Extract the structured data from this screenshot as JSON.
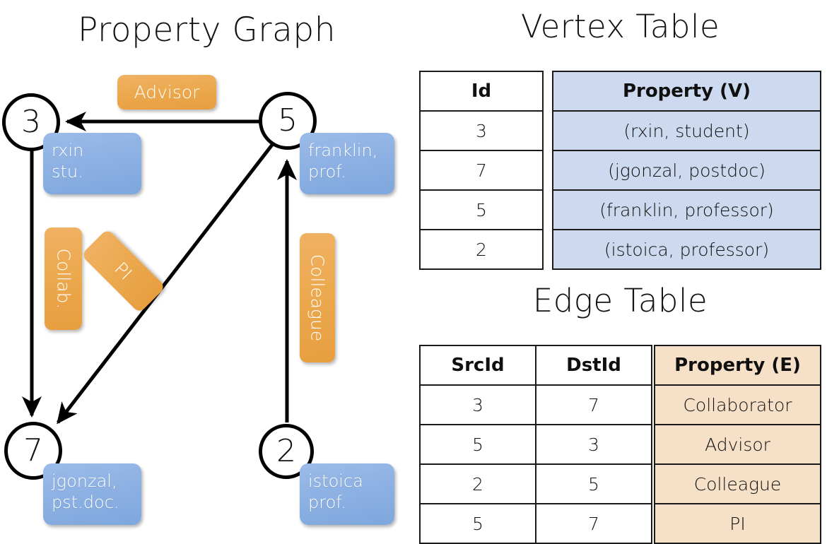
{
  "graph": {
    "title": "Property Graph",
    "nodes": [
      {
        "id": "3",
        "property_lines": [
          "rxin",
          "stu."
        ]
      },
      {
        "id": "5",
        "property_lines": [
          "franklin,",
          "prof."
        ]
      },
      {
        "id": "7",
        "property_lines": [
          "jgonzal,",
          "pst.doc."
        ]
      },
      {
        "id": "2",
        "property_lines": [
          "istoica",
          "prof."
        ]
      }
    ],
    "edge_labels": [
      {
        "name": "advisor",
        "text": "Advisor",
        "orientation": "horizontal"
      },
      {
        "name": "collab",
        "text": "Collab.",
        "orientation": "vertical"
      },
      {
        "name": "pi",
        "text": "PI",
        "orientation": "diagonal"
      },
      {
        "name": "colleague",
        "text": "Colleague",
        "orientation": "vertical"
      }
    ],
    "edges": [
      {
        "from": "5",
        "to": "3",
        "label": "Advisor"
      },
      {
        "from": "3",
        "to": "7",
        "label": "Collab."
      },
      {
        "from": "5",
        "to": "7",
        "label": "PI"
      },
      {
        "from": "2",
        "to": "5",
        "label": "Colleague"
      }
    ]
  },
  "vertex_table": {
    "title": "Vertex Table",
    "headers": [
      "Id",
      "Property (V)"
    ],
    "rows": [
      {
        "id": "3",
        "property": "(rxin, student)"
      },
      {
        "id": "7",
        "property": "(jgonzal, postdoc)"
      },
      {
        "id": "5",
        "property": "(franklin, professor)"
      },
      {
        "id": "2",
        "property": "(istoica, professor)"
      }
    ]
  },
  "edge_table": {
    "title": "Edge Table",
    "headers": [
      "SrcId",
      "DstId",
      "Property (E)"
    ],
    "rows": [
      {
        "src": "3",
        "dst": "7",
        "property": "Collaborator"
      },
      {
        "src": "5",
        "dst": "3",
        "property": "Advisor"
      },
      {
        "src": "2",
        "dst": "5",
        "property": "Colleague"
      },
      {
        "src": "5",
        "dst": "7",
        "property": "PI"
      }
    ]
  },
  "colors": {
    "vertex_property_fill": "#ccd9ee",
    "edge_property_fill": "#f6e0c7",
    "node_property_box": "#8fb2e4",
    "edge_label_box": "#eca94f",
    "stroke": "#000000",
    "background": "#ffffff"
  }
}
